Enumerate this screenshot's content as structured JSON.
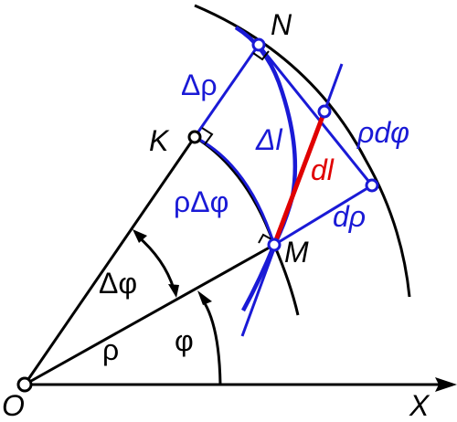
{
  "labels": {
    "origin": "O",
    "axis_x": "X",
    "point_n": "N",
    "point_k": "K",
    "point_m": "M",
    "delta_rho": "Δρ",
    "rho_delta_phi": "ρΔφ",
    "delta_l": "Δl",
    "dl": "dl",
    "rho_dphi": "ρdφ",
    "d_rho": "dρ",
    "delta_phi": "Δφ",
    "rho": "ρ",
    "phi": "φ"
  },
  "colors": {
    "black": "#000000",
    "blue": "#1a1ad6",
    "red": "#e00000"
  }
}
